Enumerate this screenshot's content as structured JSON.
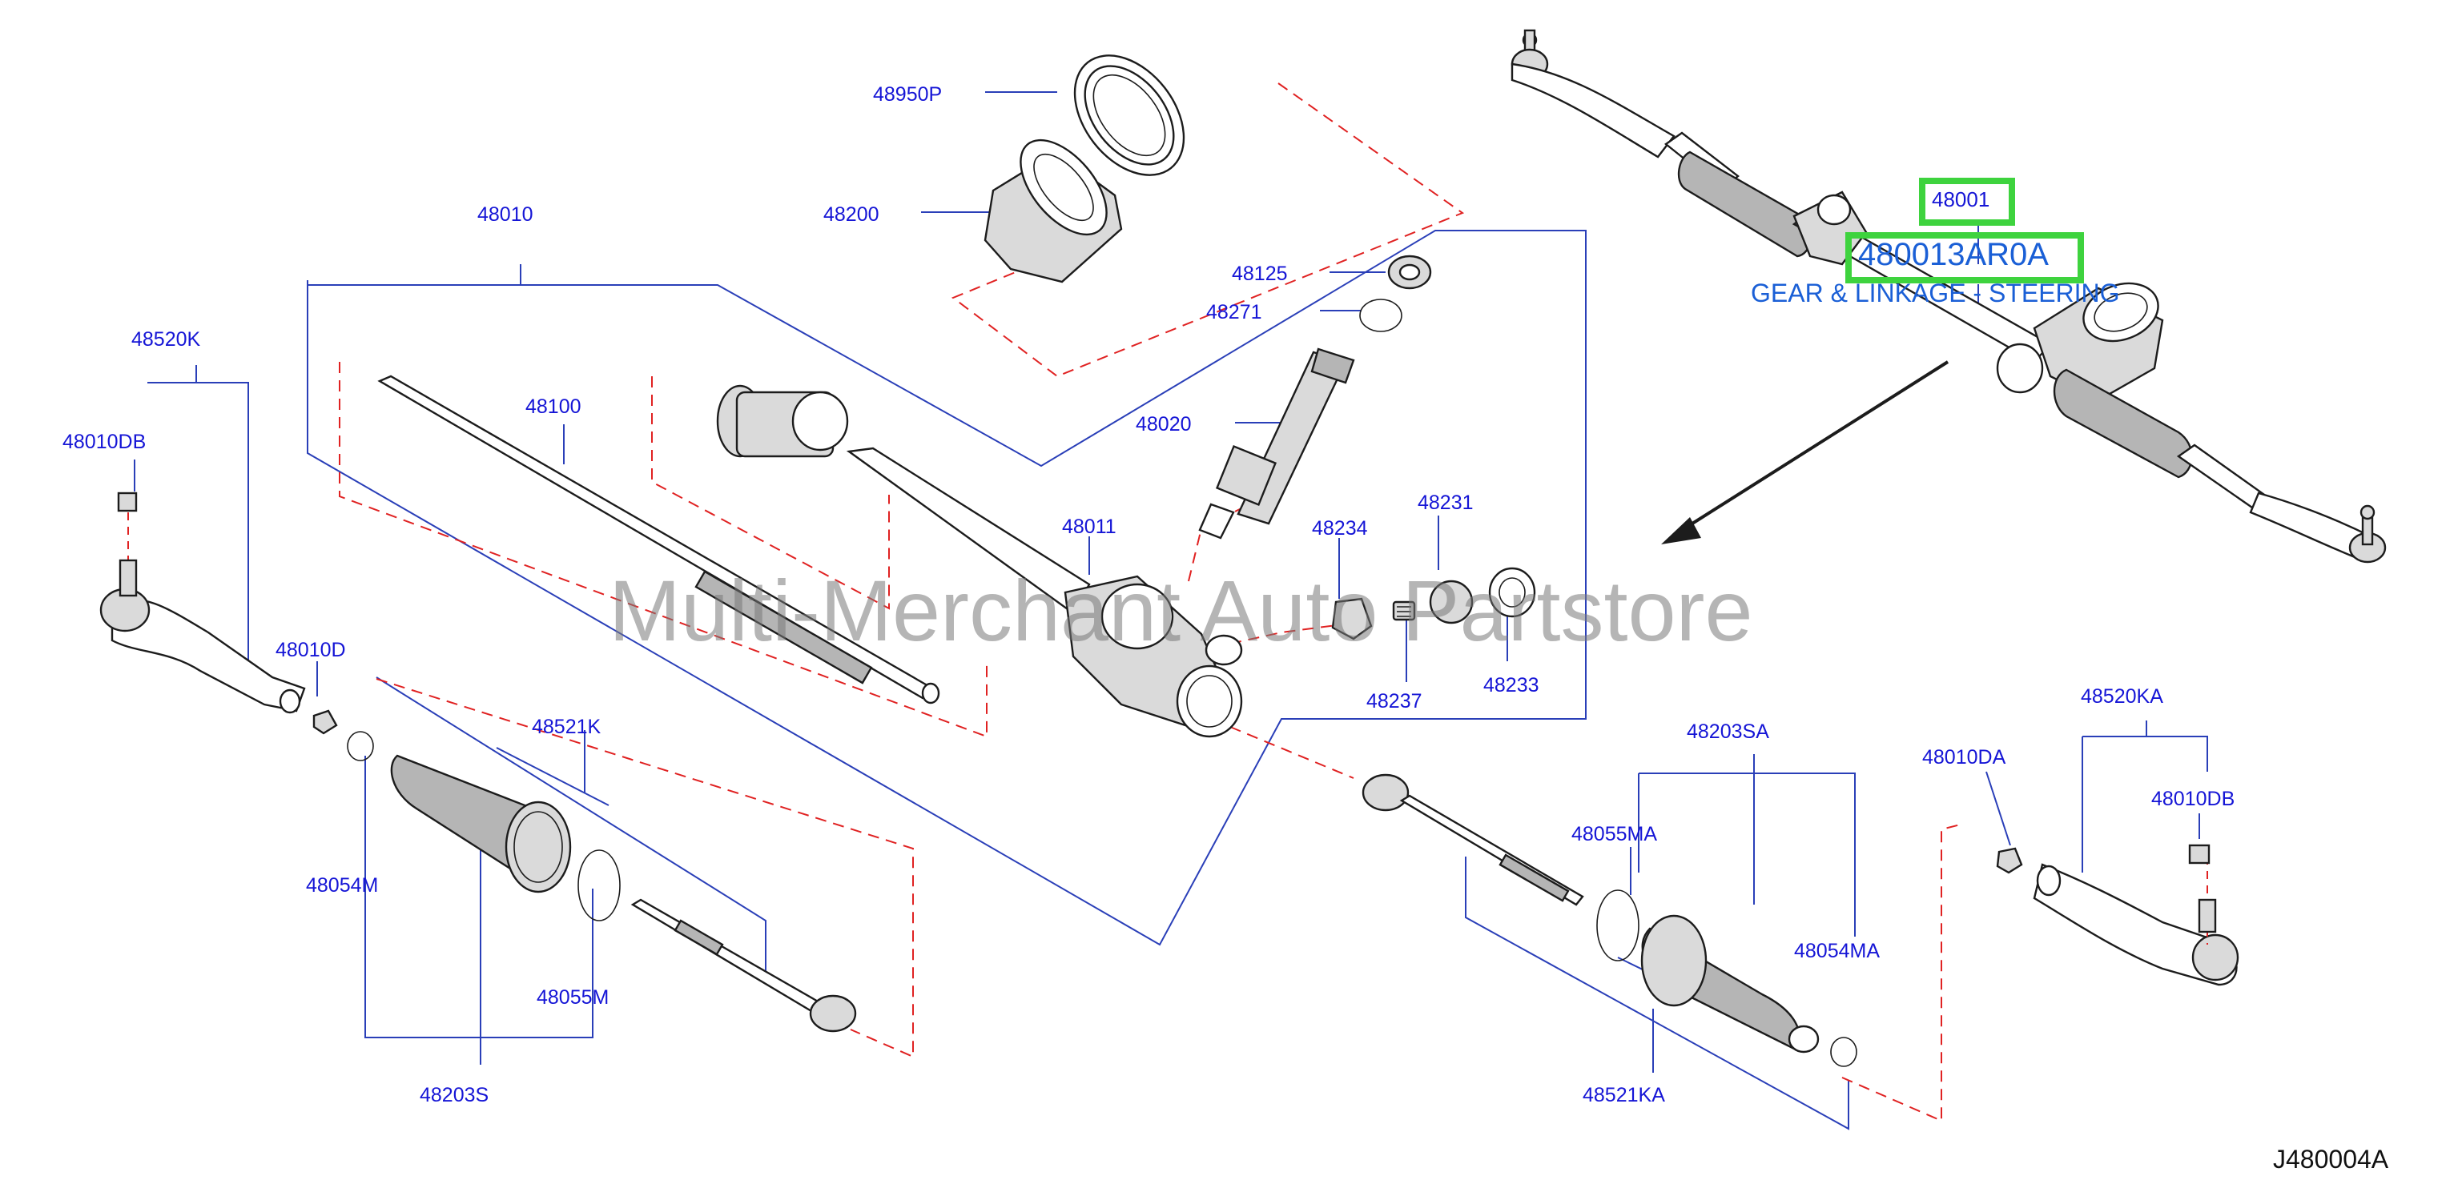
{
  "diagram": {
    "code": "J480004A",
    "watermark": "Multi-Merchant Auto Partstore"
  },
  "callouts": [
    {
      "id": "48950P"
    },
    {
      "id": "48200"
    },
    {
      "id": "48010"
    },
    {
      "id": "48125"
    },
    {
      "id": "48271"
    },
    {
      "id": "48020"
    },
    {
      "id": "48100"
    },
    {
      "id": "48011"
    },
    {
      "id": "48234"
    },
    {
      "id": "48231"
    },
    {
      "id": "48237"
    },
    {
      "id": "48233"
    },
    {
      "id": "48520K"
    },
    {
      "id": "48010DB"
    },
    {
      "id": "48010D"
    },
    {
      "id": "48521K"
    },
    {
      "id": "48054M"
    },
    {
      "id": "48055M"
    },
    {
      "id": "48203S"
    },
    {
      "id": "48203SA"
    },
    {
      "id": "48055MA"
    },
    {
      "id": "48054MA"
    },
    {
      "id": "48521KA"
    },
    {
      "id": "48520KA"
    },
    {
      "id": "48010DA"
    },
    {
      "id": "48010DB"
    }
  ],
  "highlight": {
    "part_ref": "48001",
    "part_number": "480013AR0A",
    "description": "GEAR & LINKAGE - STEERING"
  },
  "colors": {
    "callout_text": "#1515d6",
    "leader_line": "#2a3fb8",
    "dashed_group": "#e02222",
    "highlight_border": "#3ed33e",
    "highlight_text": "#1a5fd6"
  }
}
